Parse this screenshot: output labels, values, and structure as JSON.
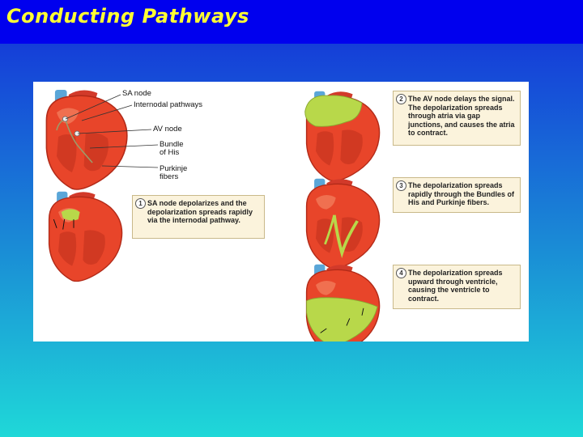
{
  "title": "Conducting Pathways",
  "labels": {
    "sa_node": "SA node",
    "internodal": "Internodal pathways",
    "av_node": "AV node",
    "bundle_1": "Bundle",
    "bundle_2": "of His",
    "purkinje_1": "Purkinje",
    "purkinje_2": "fibers"
  },
  "steps": [
    {
      "number": "1",
      "text": "SA node depolarizes and the depolarization spreads rapidly via the internodal pathway."
    },
    {
      "number": "2",
      "text": "The AV node delays the signal. The depolarization spreads through atria via gap junctions, and causes the atria to contract."
    },
    {
      "number": "3",
      "text": "The depolarization spreads rapidly through the Bundles of His and Purkinje fibers."
    },
    {
      "number": "4",
      "text": "The depolarization spreads upward through ventricle, causing the ventricle to contract."
    }
  ],
  "colors": {
    "heart": "#e8452a",
    "heart_dark": "#b22a18",
    "depolarized": "#b8d84a",
    "vessel": "#5aa6d8"
  },
  "icons": [
    "heart-main-illustration",
    "heart-step-1",
    "heart-step-2",
    "heart-step-3",
    "heart-step-4",
    "arrow-icon"
  ]
}
